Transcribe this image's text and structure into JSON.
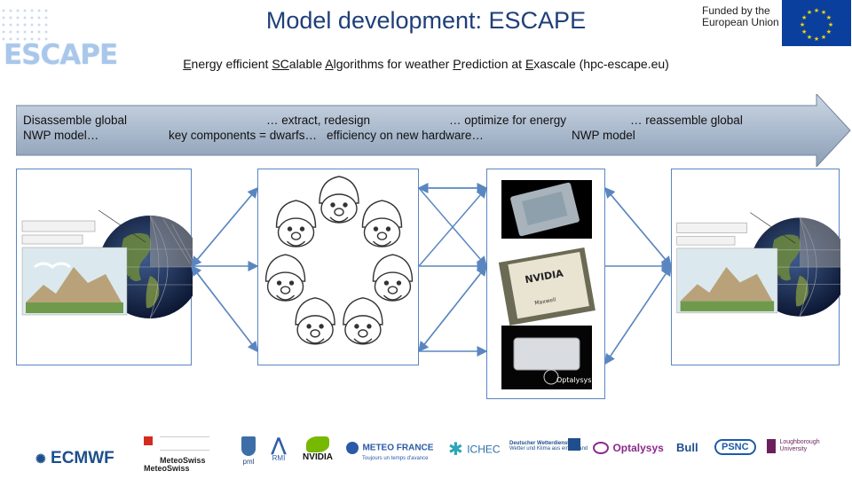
{
  "header": {
    "title": "Model development: ESCAPE",
    "logo_text": "ESCAPE",
    "funded_line1": "Funded by the",
    "funded_line2": "European Union",
    "subtitle_parts": [
      {
        "u": "E",
        "t": "nergy efficient "
      },
      {
        "u": "SC",
        "t": "alable "
      },
      {
        "u": "A",
        "t": "lgorithms for weather "
      },
      {
        "u": "P",
        "t": "rediction at "
      },
      {
        "u": "E",
        "t": "xascale (hpc-escape.eu)"
      }
    ]
  },
  "steps": {
    "step1_line1": "Disassemble global",
    "step1_line2": "NWP model…",
    "step2_line1": "… extract, redesign",
    "step2_line2": "key components = dwarfs…",
    "step3_line1": "… optimize for energy",
    "step3_line2": "efficiency on new hardware…",
    "step4_line1": "… reassemble global",
    "step4_line2": "NWP model"
  },
  "panels": {
    "hardware_label": "Optalysys",
    "gpu_label_1": "NVIDIA",
    "gpu_label_2": "Maxwell"
  },
  "footer_logos": {
    "ecmwf": "ECMWF",
    "meteoswiss": "MeteoSwiss",
    "pml": "pml",
    "rmi": "RMI",
    "nvidia": "NVIDIA",
    "meteo_france": "METEO FRANCE",
    "meteo_france_tag": "Toujours un temps d'avance",
    "ichec": "ICHEC",
    "dwd_line1": "Deutscher Wetterdienst",
    "dwd_line2": "Wetter und Klima aus einer Hand",
    "optalysys": "Optalysys",
    "bull": "Bull",
    "psnc": "PSNC",
    "lboro_line1": "Loughborough",
    "lboro_line2": "University"
  },
  "colors": {
    "title": "#1f3f7a",
    "arrow_fill": "#a8b9cd",
    "connector": "#5a86c0",
    "eu_blue": "#0a3f9e",
    "eu_star": "#f5d800"
  }
}
